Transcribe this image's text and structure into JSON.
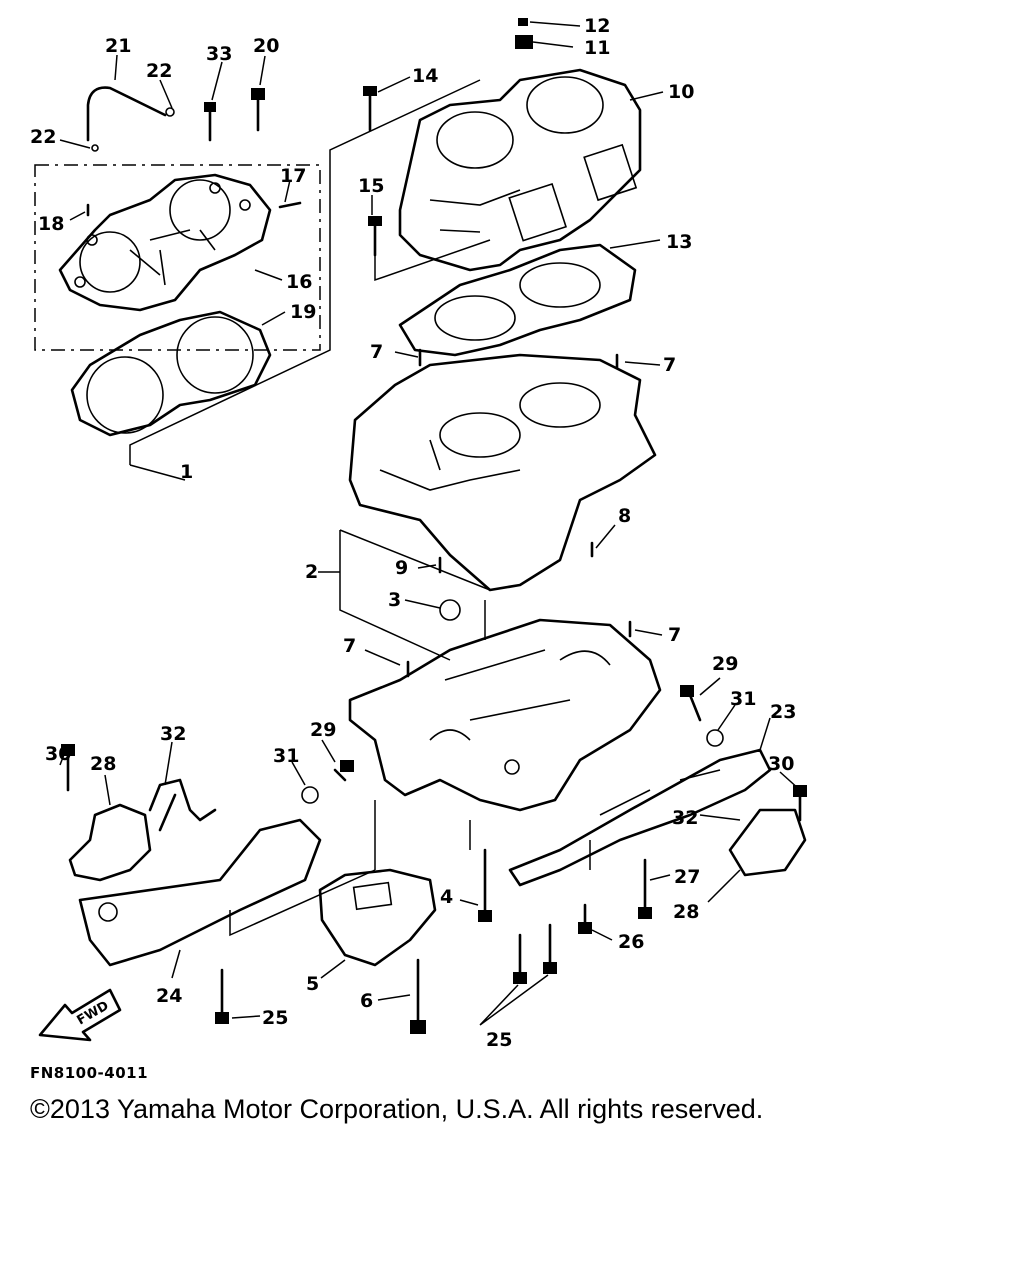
{
  "diagram": {
    "code": "FN8100-4011",
    "copyright": "©2013 Yamaha Motor Corporation, U.S.A. All rights reserved.",
    "fwd_label": "FWD",
    "callouts": [
      "1",
      "2",
      "3",
      "4",
      "5",
      "6",
      "7",
      "8",
      "9",
      "10",
      "11",
      "12",
      "13",
      "14",
      "15",
      "16",
      "17",
      "18",
      "19",
      "20",
      "21",
      "22",
      "23",
      "24",
      "25",
      "26",
      "27",
      "28",
      "29",
      "30",
      "31",
      "32",
      "33"
    ]
  }
}
